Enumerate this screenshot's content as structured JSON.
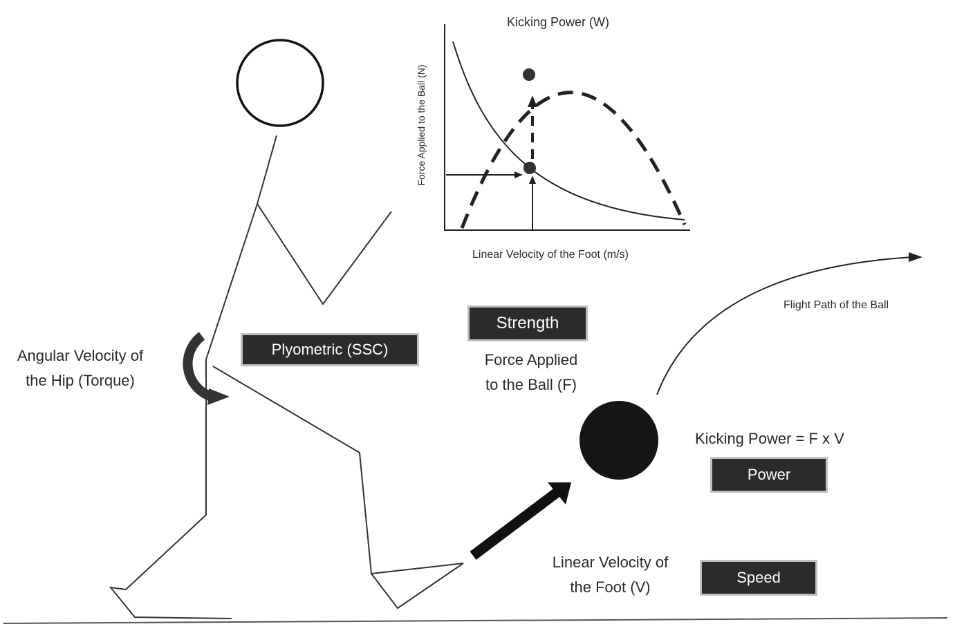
{
  "labels": {
    "hip": [
      "Angular Velocity of",
      "the Hip (Torque)"
    ],
    "force": [
      "Force Applied",
      "to the Ball (F)"
    ],
    "formula": "Kicking Power = F x V",
    "foot": [
      "Linear Velocity of",
      "the Foot (V)"
    ],
    "flight": "Flight Path of the Ball"
  },
  "boxes": {
    "plyometric": "Plyometric (SSC)",
    "strength": "Strength",
    "power": "Power",
    "speed": "Speed"
  },
  "inset_chart": {
    "title": "Kicking Power (W)",
    "xlabel": "Linear Velocity of the Foot (m/s)",
    "ylabel": "Force Applied to the Ball (N)"
  },
  "colors": {
    "box_fill": "#2b2b2b",
    "box_border": "#bfbfbf",
    "ink": "#1a1a1a"
  }
}
